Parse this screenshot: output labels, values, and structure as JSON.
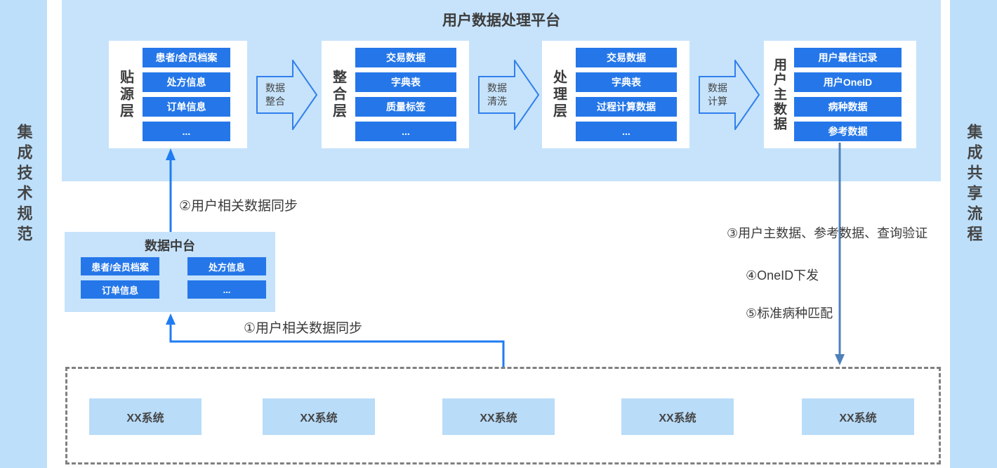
{
  "sidebars": {
    "left": "集成技术规范",
    "right": "集成共享流程"
  },
  "platform": {
    "title": "用户数据处理平台",
    "layers": [
      {
        "label": "贴源层",
        "items": [
          "患者/会员档案",
          "处方信息",
          "订单信息",
          "..."
        ]
      },
      {
        "label": "整合层",
        "items": [
          "交易数据",
          "字典表",
          "质量标签",
          "..."
        ]
      },
      {
        "label": "处理层",
        "items": [
          "交易数据",
          "字典表",
          "过程计算数据",
          "..."
        ]
      },
      {
        "label": "用户主数据",
        "items": [
          "用户最佳记录",
          "用户OneID",
          "病种数据",
          "参考数据"
        ]
      }
    ],
    "arrows": [
      "数据整合",
      "数据清洗",
      "数据计算"
    ]
  },
  "data_middle_platform": {
    "title": "数据中台",
    "items": [
      "患者/会员档案",
      "处方信息",
      "订单信息",
      "..."
    ]
  },
  "flow_labels": {
    "step1": "①用户相关数据同步",
    "step2": "②用户相关数据同步",
    "step3": "③用户主数据、参考数据、查询验证",
    "step4": "④OneID下发",
    "step5": "⑤标准病种匹配"
  },
  "source_systems": {
    "items": [
      "XX系统",
      "XX系统",
      "XX系统",
      "XX系统",
      "XX系统"
    ]
  },
  "colors": {
    "sidebar_blue": "#bddffa",
    "panel_blue": "#c6e3fb",
    "system_blue": "#b9dcf8",
    "item_blue": "#2577e9",
    "arrow_stroke": "#3180ec",
    "flow_line_blue": "#1f7cf2",
    "flow_line_steel": "#4e81ba",
    "dash_gray": "#808080",
    "text_dark": "#3c3c3c"
  }
}
